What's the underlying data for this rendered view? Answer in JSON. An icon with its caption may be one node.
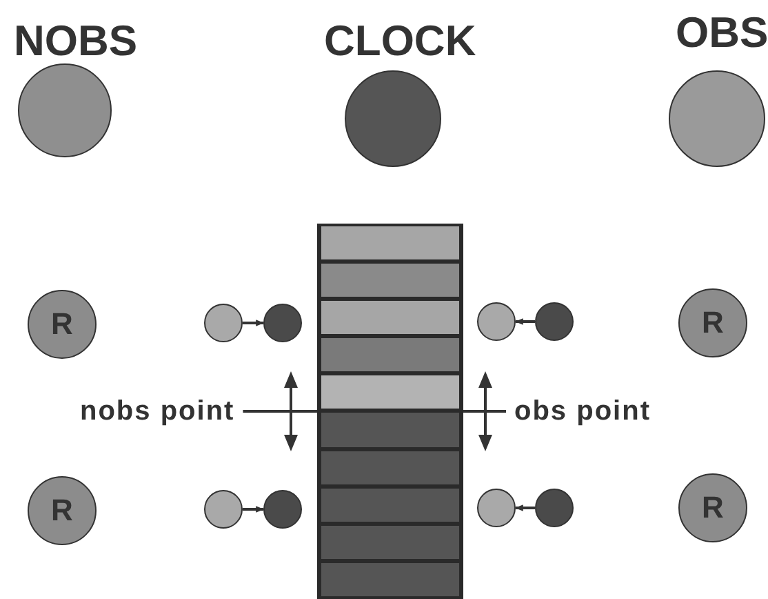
{
  "diagram": {
    "nodes": [
      {
        "text": [
          "NOBS"
        ]
      },
      {
        "text": [
          "CLOCK"
        ]
      },
      {
        "text": [
          "OBS"
        ]
      },
      {
        "text": [],
        "shape": "bar"
      },
      {
        "text": [
          "R"
        ]
      },
      {
        "text": [],
        "shape": "circle"
      },
      {
        "text": [],
        "shape": "circle"
      },
      {
        "text": [],
        "shape": "circle"
      },
      {
        "text": [],
        "shape": "circle"
      },
      {
        "text": [
          "R"
        ]
      },
      {
        "text": [
          "nobs point"
        ]
      },
      {
        "text": [
          "obs point"
        ]
      },
      {
        "text": [
          "R"
        ]
      },
      {
        "text": [],
        "shape": "circle"
      },
      {
        "text": [],
        "shape": "circle"
      },
      {
        "text": [],
        "shape": "circle"
      },
      {
        "text": [],
        "shape": "circle"
      },
      {
        "text": [
          "R"
        ]
      }
    ],
    "edges": [
      {
        "from": 5,
        "to": 6,
        "arrow": "to"
      },
      {
        "from": 8,
        "to": 7,
        "arrow": "to"
      },
      {
        "from": 10,
        "to": 3,
        "arrow": "none"
      },
      {
        "from": 11,
        "to": 3,
        "arrow": "none"
      },
      {
        "from": 13,
        "to": 14,
        "arrow": "to"
      },
      {
        "from": 16,
        "to": 15,
        "arrow": "to"
      }
    ]
  }
}
